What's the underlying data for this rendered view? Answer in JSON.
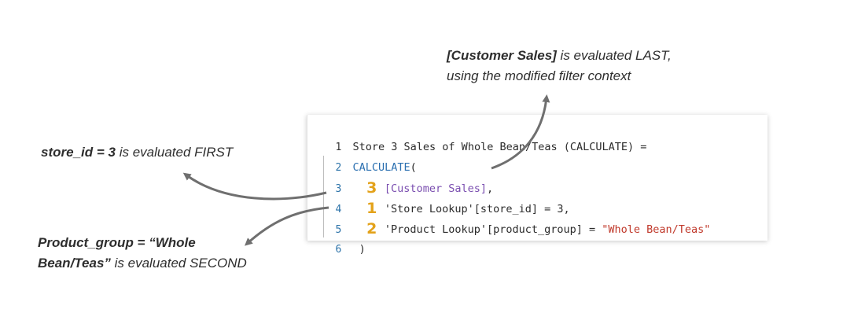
{
  "annotations": {
    "last": {
      "bold": "[Customer Sales]",
      "rest": " is evaluated LAST,",
      "line2": "using the modified filter context"
    },
    "first": {
      "bold": "store_id = 3",
      "rest": " is evaluated FIRST"
    },
    "second": {
      "bold1": "Product_group = “Whole",
      "bold2": "Bean/Teas”",
      "rest": " is evaluated SECOND"
    }
  },
  "code": {
    "line_numbers": [
      "1",
      "2",
      "3",
      "4",
      "5",
      "6"
    ],
    "line1": "Store 3 Sales of Whole Bean/Teas (CALCULATE) =",
    "line2_fn": "CALCULATE",
    "line2_paren": "(",
    "line3_marker": "3",
    "line3_measure": "[Customer Sales]",
    "line3_tail": ",",
    "line4_marker": "1",
    "line4_text": "'Store Lookup'[store_id] = 3,",
    "line5_marker": "2",
    "line5_text": "'Product Lookup'[product_group] = ",
    "line5_string": "\"Whole Bean/Teas\"",
    "line6_text": ")"
  },
  "colors": {
    "keyword": "#2a6fb0",
    "measure": "#7b4fb0",
    "string": "#c0392b",
    "order_marker": "#e3a21a",
    "arrow": "#6f6f6f"
  }
}
